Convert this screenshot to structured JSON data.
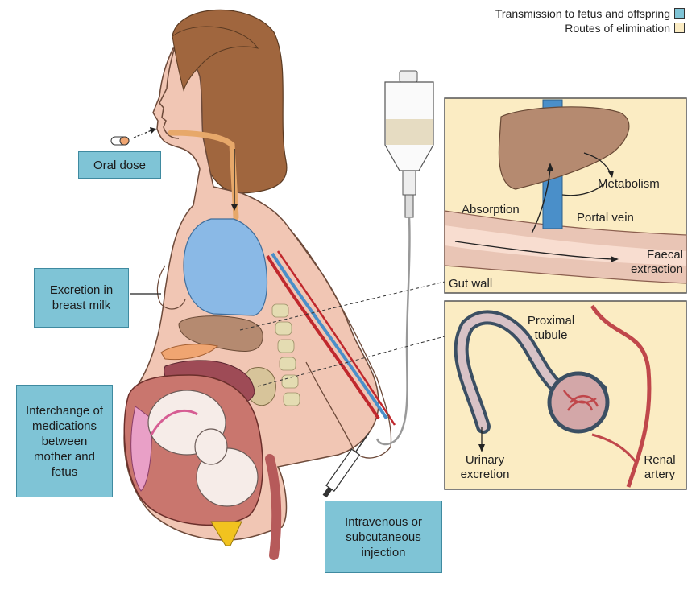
{
  "legend": {
    "items": [
      {
        "label": "Transmission to fetus and offspring",
        "color": "#7fc4d6"
      },
      {
        "label": "Routes of elimination",
        "color": "#fbecc3"
      }
    ]
  },
  "boxes": {
    "oral_dose": "Oral dose",
    "breast_milk": "Excretion in breast milk",
    "interchange": "Interchange of medications between mother and fetus",
    "injection": "Intravenous or subcutaneous injection"
  },
  "gut_panel": {
    "metabolism": "Metabolism",
    "absorption": "Absorption",
    "portal_vein": "Portal vein",
    "faecal_extraction": "Faecal extraction",
    "gut_wall": "Gut wall"
  },
  "kidney_panel": {
    "proximal_tubule": "Proximal tubule",
    "urinary_excretion": "Urinary excretion",
    "renal_artery": "Renal artery"
  },
  "colors": {
    "label_box": "#7fc4d6",
    "panel_bg": "#fbecc3",
    "skin": "#f1c6b4",
    "hair": "#a0663e",
    "lung": "#8ab9e6",
    "liver": "#b58a70",
    "artery": "#c0282d",
    "vein": "#4a8fc9",
    "uterus": "#c9766e"
  }
}
